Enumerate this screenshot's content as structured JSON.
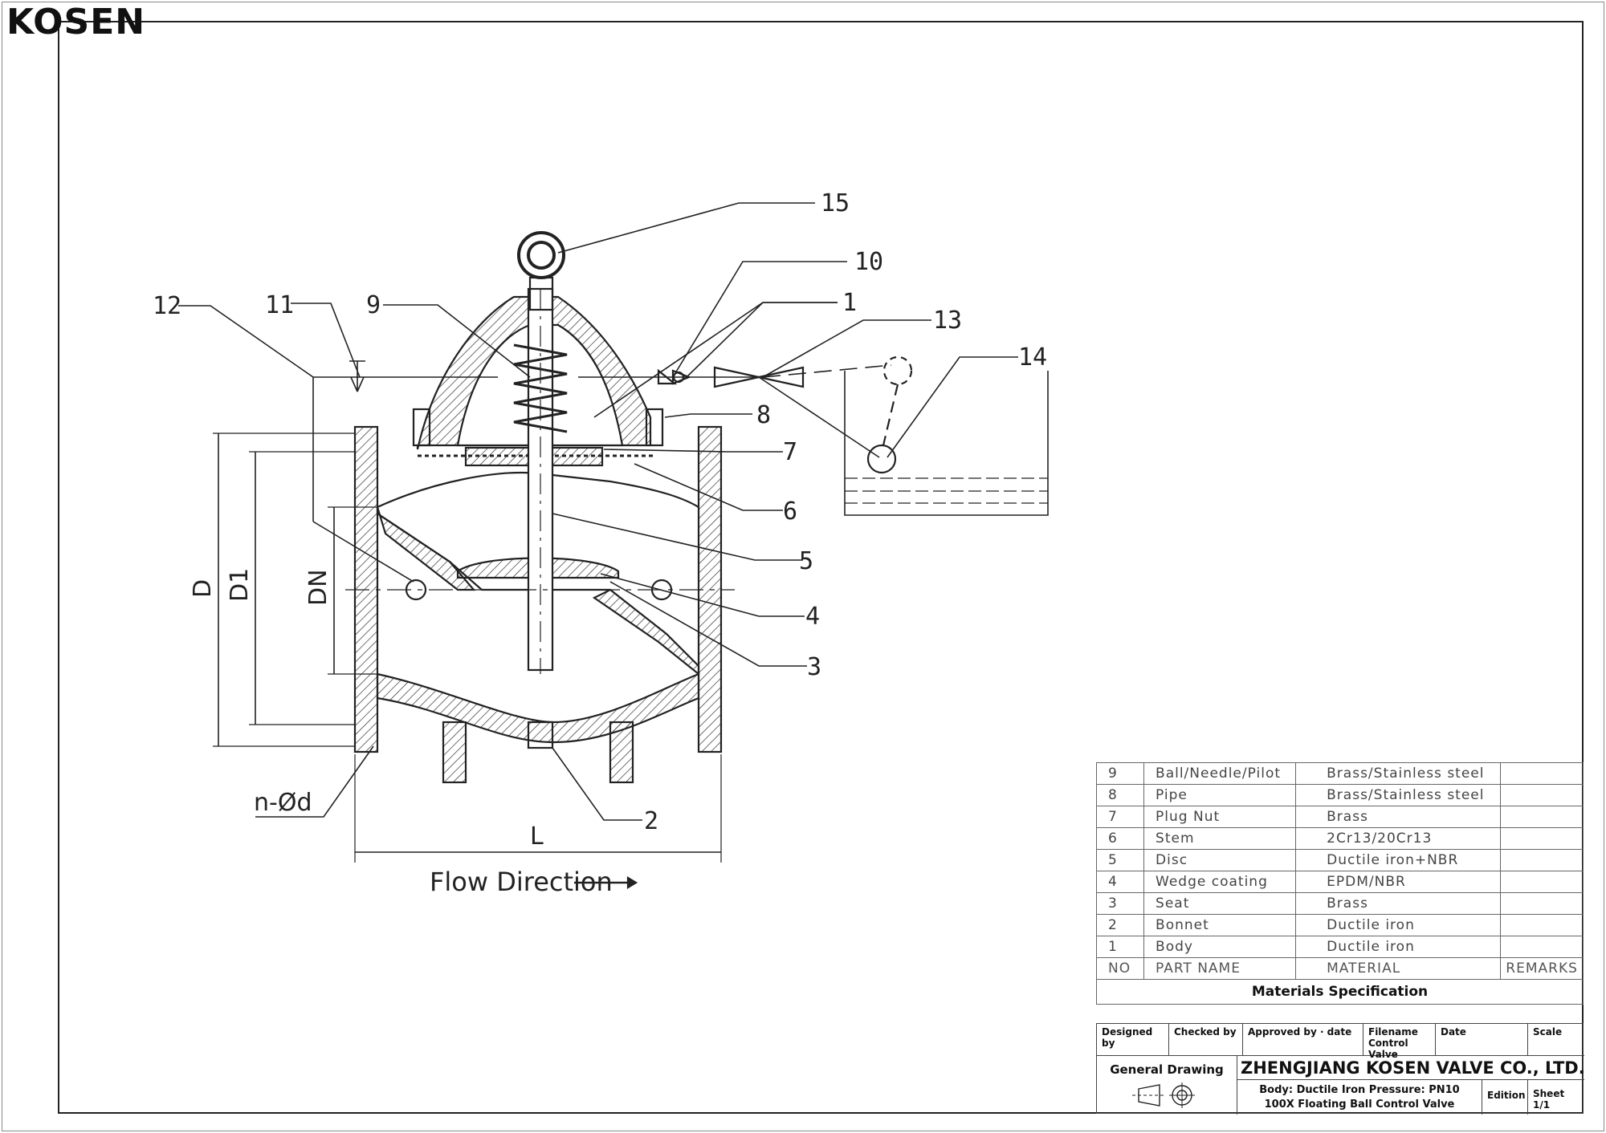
{
  "brand": "KOSEN",
  "part_labels": [
    "15",
    "10",
    "1",
    "13",
    "14",
    "12",
    "11",
    "9",
    "8",
    "7",
    "6",
    "5",
    "4",
    "3",
    "2"
  ],
  "dimension_labels": {
    "d": "D",
    "d1": "D1",
    "dn": "DN",
    "holes": "n-Ød",
    "length": "L"
  },
  "flow_direction": "Flow Direction",
  "materials": {
    "rows": [
      {
        "no": "9",
        "name": "Ball/Needle/Pilot",
        "material": "Brass/Stainless steel",
        "remarks": ""
      },
      {
        "no": "8",
        "name": "Pipe",
        "material": "Brass/Stainless steel",
        "remarks": ""
      },
      {
        "no": "7",
        "name": "Plug Nut",
        "material": "Brass",
        "remarks": ""
      },
      {
        "no": "6",
        "name": "Stem",
        "material": "2Cr13/20Cr13",
        "remarks": ""
      },
      {
        "no": "5",
        "name": "Disc",
        "material": "Ductile iron+NBR",
        "remarks": ""
      },
      {
        "no": "4",
        "name": "Wedge coating",
        "material": "EPDM/NBR",
        "remarks": ""
      },
      {
        "no": "3",
        "name": "Seat",
        "material": "Brass",
        "remarks": ""
      },
      {
        "no": "2",
        "name": "Bonnet",
        "material": "Ductile iron",
        "remarks": ""
      },
      {
        "no": "1",
        "name": "Body",
        "material": "Ductile iron",
        "remarks": ""
      }
    ],
    "header": {
      "no": "NO",
      "name": "PART  NAME",
      "material": "MATERIAL",
      "remarks": "REMARKS"
    },
    "title": "Materials Specification"
  },
  "title_block": {
    "designed_by": "Designed by",
    "checked_by": "Checked by",
    "approved_by": "Approved by · date",
    "filename_label": "Filename",
    "filename_value": "Control Valve",
    "date_label": "Date",
    "scale_label": "Scale",
    "general_drawing": "General Drawing",
    "company": "ZHENGJIANG KOSEN VALVE CO., LTD.",
    "spec_line1": "Body: Ductile Iron   Pressure: PN10",
    "spec_line2": "100X Floating Ball Control Valve",
    "edition_label": "Edition",
    "sheet_label": "Sheet",
    "sheet_value": "1/1"
  }
}
